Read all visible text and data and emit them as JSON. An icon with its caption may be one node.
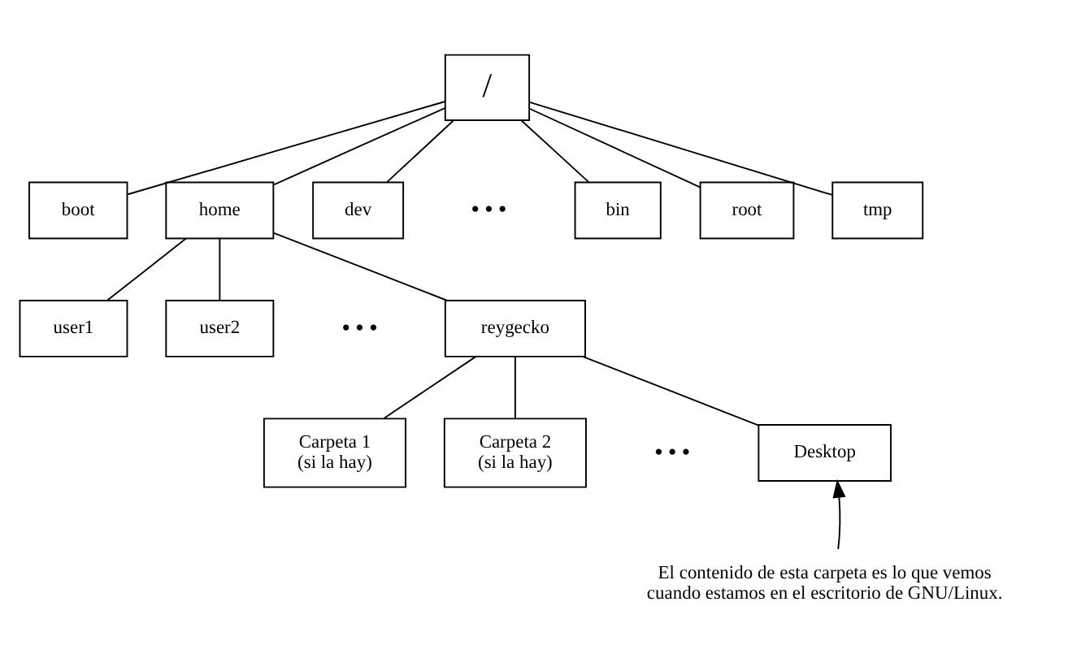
{
  "diagram": {
    "nodes": [
      {
        "text": [
          "/"
        ]
      },
      {
        "text": [
          "boot"
        ]
      },
      {
        "text": [
          "home"
        ]
      },
      {
        "text": [
          "dev"
        ]
      },
      {
        "text": [
          "bin"
        ]
      },
      {
        "text": [
          "root"
        ]
      },
      {
        "text": [
          "tmp"
        ]
      },
      {
        "text": [
          "user1"
        ]
      },
      {
        "text": [
          "user2"
        ]
      },
      {
        "text": [
          "reygecko"
        ]
      },
      {
        "text": [
          "Carpeta 1 (si la hay)"
        ]
      },
      {
        "text": [
          "Carpeta 2 (si la hay)"
        ]
      },
      {
        "text": [
          "Desktop"
        ]
      },
      {
        "text": [
          "El contenido de esta carpeta es lo que vemos cuando estamos en el escritorio de GNU/Linux."
        ]
      }
    ],
    "edges": [
      {
        "from": 0,
        "to": 1,
        "arrow": "none"
      },
      {
        "from": 0,
        "to": 2,
        "arrow": "none"
      },
      {
        "from": 0,
        "to": 3,
        "arrow": "none"
      },
      {
        "from": 0,
        "to": 4,
        "arrow": "none"
      },
      {
        "from": 0,
        "to": 5,
        "arrow": "none"
      },
      {
        "from": 0,
        "to": 6,
        "arrow": "none"
      },
      {
        "from": 2,
        "to": 7,
        "arrow": "none"
      },
      {
        "from": 2,
        "to": 8,
        "arrow": "none"
      },
      {
        "from": 2,
        "to": 9,
        "arrow": "none"
      },
      {
        "from": 9,
        "to": 10,
        "arrow": "none"
      },
      {
        "from": 9,
        "to": 11,
        "arrow": "none"
      },
      {
        "from": 9,
        "to": 12,
        "arrow": "none"
      },
      {
        "from": 13,
        "to": 12,
        "arrow": "to"
      }
    ],
    "labels": [
      "• • •",
      "• • •",
      "• • •"
    ]
  }
}
